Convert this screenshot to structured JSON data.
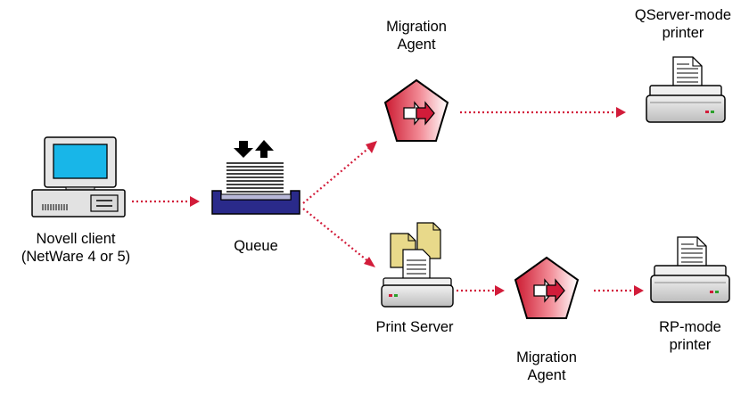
{
  "colors": {
    "connector": "#d21c3a",
    "agent_gradient_start": "#cc1b32",
    "agent_gradient_end": "#ffffff",
    "monitor_screen": "#18b6e8",
    "queue_tray": "#2a2a8a",
    "printer_body": "#dcdcdc",
    "paper_stack": "#e8d98a"
  },
  "nodes": {
    "client": {
      "label_line1": "Novell client",
      "label_line2": "(NetWare 4 or 5)",
      "icon": "desktop-computer-icon"
    },
    "queue": {
      "label": "Queue",
      "icon": "print-queue-icon"
    },
    "migration_agent_top": {
      "label_line1": "Migration",
      "label_line2": "Agent",
      "icon": "migration-agent-icon"
    },
    "qserver_printer": {
      "label_line1": "QServer-mode",
      "label_line2": "printer",
      "icon": "printer-icon"
    },
    "print_server": {
      "label": "Print Server",
      "icon": "print-server-icon"
    },
    "migration_agent_bottom": {
      "label_line1": "Migration",
      "label_line2": "Agent",
      "icon": "migration-agent-icon"
    },
    "rp_printer": {
      "label_line1": "RP-mode",
      "label_line2": "printer",
      "icon": "printer-icon"
    }
  },
  "connectors": [
    {
      "from": "client",
      "to": "queue",
      "style": "dotted-arrow"
    },
    {
      "from": "queue",
      "to": "migration_agent_top",
      "style": "dotted-arrow"
    },
    {
      "from": "queue",
      "to": "print_server",
      "style": "dotted-arrow"
    },
    {
      "from": "migration_agent_top",
      "to": "qserver_printer",
      "style": "dotted-arrow"
    },
    {
      "from": "print_server",
      "to": "migration_agent_bottom",
      "style": "dotted-arrow"
    },
    {
      "from": "migration_agent_bottom",
      "to": "rp_printer",
      "style": "dotted-arrow"
    }
  ]
}
